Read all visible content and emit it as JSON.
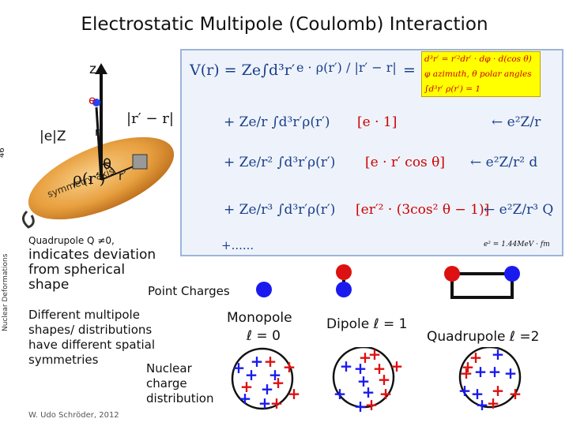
{
  "title": "Electrostatic Multipole (Coulomb) Interaction",
  "slide_number": "46",
  "side_label": "Nuclear Deformations",
  "author": "W. Udo Schröder, 2012",
  "diagram": {
    "z_label": "z",
    "e_label": "e",
    "charge_label": "|e|Z",
    "theta_label": "θ",
    "axis_label": "symmetry axis",
    "rvec_label": "r",
    "diff_label": "|r′ − r|",
    "rho_label": "ρ(r′)",
    "rprime_label": "r′"
  },
  "formulas": {
    "potential_lhs": "V(r) = Ze∫d³r′",
    "potential_frac": "e · ρ(r′) / |r′ − r|",
    "eq_sign": "=",
    "term0_lhs": "+ Ze/r ∫d³r′ρ(r′)",
    "term0_bracket": "[e · 1]",
    "term0_rhs": "← e²Z/r",
    "term1_lhs": "+ Ze/r² ∫d³r′ρ(r′)",
    "term1_bracket": "[e · r′ cos θ]",
    "term1_rhs": "← e²Z/r² d",
    "term2_lhs": "+ Ze/r³ ∫d³r′ρ(r′)",
    "term2_bracket": "[er′² · (3cos² θ − 1)]",
    "term2_rhs": "← e²Z/r³ Q",
    "more_terms": "+......",
    "constant": "e² = 1.44MeV · fm",
    "definitions": [
      "d³r′ = r′²dr′ · dφ · d(cos θ)",
      "φ azimuth, θ polar angles",
      "∫d³r′ ρ(r′) = 1"
    ]
  },
  "texts": {
    "quadrupole": "Quadrupole Q ≠0,",
    "deviation": "indicates deviation from spherical shape",
    "different": "Different multipole shapes/ distributions have different spatial symmetries",
    "point_charges": "Point Charges",
    "monopole": "Monopole",
    "monopole_l": "ℓ = 0",
    "dipole": "Dipole ℓ = 1",
    "quadrupole_shape": "Quadrupole ℓ =2",
    "nuclear_charge": "Nuclear charge distribution"
  },
  "colors": {
    "ellipsoid": "#e8a040",
    "charge_blue": "#1a1aee",
    "plus_red": "#dd1111",
    "formula_blue": "#1a3f8a",
    "highlight_yellow": "#ffff00"
  }
}
